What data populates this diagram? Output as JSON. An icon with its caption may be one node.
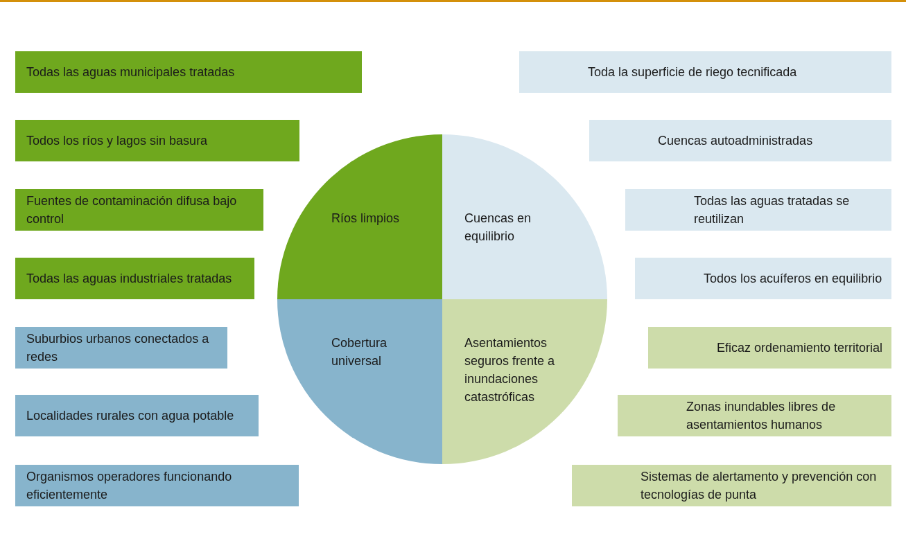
{
  "diagram": {
    "nodes": [
      {
        "text": [
          "Ríos limpios"
        ]
      },
      {
        "text": [
          "Cuencas en equilibrio"
        ]
      },
      {
        "text": [
          "Cobertura universal"
        ]
      },
      {
        "text": [
          "Asentamientos seguros frente a inundaciones catastróficas"
        ]
      },
      {
        "text": [
          "Todas las aguas municipales tratadas"
        ]
      },
      {
        "text": [
          "Todos los ríos y lagos sin basura"
        ]
      },
      {
        "text": [
          "Fuentes de contaminación difusa bajo control"
        ]
      },
      {
        "text": [
          "Todas las aguas industriales tratadas"
        ]
      },
      {
        "text": [
          "Suburbios urbanos conectados a redes"
        ]
      },
      {
        "text": [
          "Localidades rurales con agua potable"
        ]
      },
      {
        "text": [
          "Organismos operadores funcionando eficientemente"
        ]
      },
      {
        "text": [
          "Toda la superficie de riego tecnificada"
        ]
      },
      {
        "text": [
          "Cuencas autoadministradas"
        ]
      },
      {
        "text": [
          "Todas las aguas tratadas se reutilizan"
        ]
      },
      {
        "text": [
          "Todos los acuíferos en equilibrio"
        ]
      },
      {
        "text": [
          "Eficaz ordenamiento territorial"
        ]
      },
      {
        "text": [
          "Zonas inundables libres de asentamientos humanos"
        ]
      },
      {
        "text": [
          "Sistemas de alertamento y prevención con tecnologías de punta"
        ]
      }
    ]
  }
}
